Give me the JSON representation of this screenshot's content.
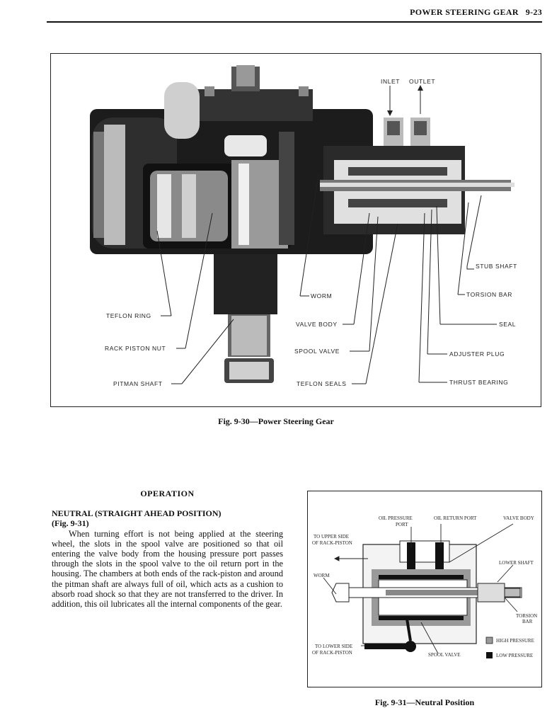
{
  "header": {
    "title": "POWER STEERING GEAR",
    "page_number": "9-23"
  },
  "figure1": {
    "caption": "Fig. 9-30—Power Steering Gear",
    "labels": {
      "inlet": "INLET",
      "outlet": "OUTLET",
      "stub_shaft": "STUB SHAFT",
      "torsion_bar": "TORSION BAR",
      "worm": "WORM",
      "teflon_ring": "TEFLON RING",
      "valve_body": "VALVE BODY",
      "seal": "SEAL",
      "rack_piston_nut": "RACK PISTON NUT",
      "spool_valve": "SPOOL VALVE",
      "adjuster_plug": "ADJUSTER PLUG",
      "pitman_shaft": "PITMAN SHAFT",
      "teflon_seals": "TEFLON SEALS",
      "thrust_bearing": "THRUST BEARING"
    }
  },
  "text": {
    "section_title": "OPERATION",
    "subsection_title": "NEUTRAL (STRAIGHT AHEAD POSITION)",
    "subsection_ref": "(Fig. 9-31)",
    "body": "When turning effort is not being applied at the steering wheel, the slots in the spool valve are positioned so that oil entering the valve body from the housing pressure port passes through the slots in the spool valve to the oil return port in the housing. The chambers at both ends of the rack-piston and around the pitman shaft are always full of oil, which acts as a cushion to absorb road shock so that they are not transferred to the driver. In addition, this oil lubricates all the internal components of the gear."
  },
  "figure2": {
    "caption": "Fig. 9-31—Neutral Position",
    "labels": {
      "oil_pressure_port_1": "OIL PRESSURE",
      "oil_pressure_port_2": "PORT",
      "oil_return_port": "OIL RETURN PORT",
      "valve_body": "VALVE BODY",
      "to_upper_1": "TO UPPER SIDE",
      "to_upper_2": "OF RACK-PISTON",
      "lower_shaft": "LOWER SHAFT",
      "worm": "WORM",
      "torsion_1": "TORSION",
      "torsion_2": "BAR",
      "to_lower_1": "TO LOWER SIDE",
      "to_lower_2": "OF RACK-PISTON",
      "spool_valve": "SPOOL VALVE",
      "high_pressure": "HIGH PRESSURE",
      "low_pressure": "LOW PRESSURE"
    },
    "legend_colors": {
      "high_pressure": "#9a9a9a",
      "low_pressure": "#111111"
    }
  }
}
